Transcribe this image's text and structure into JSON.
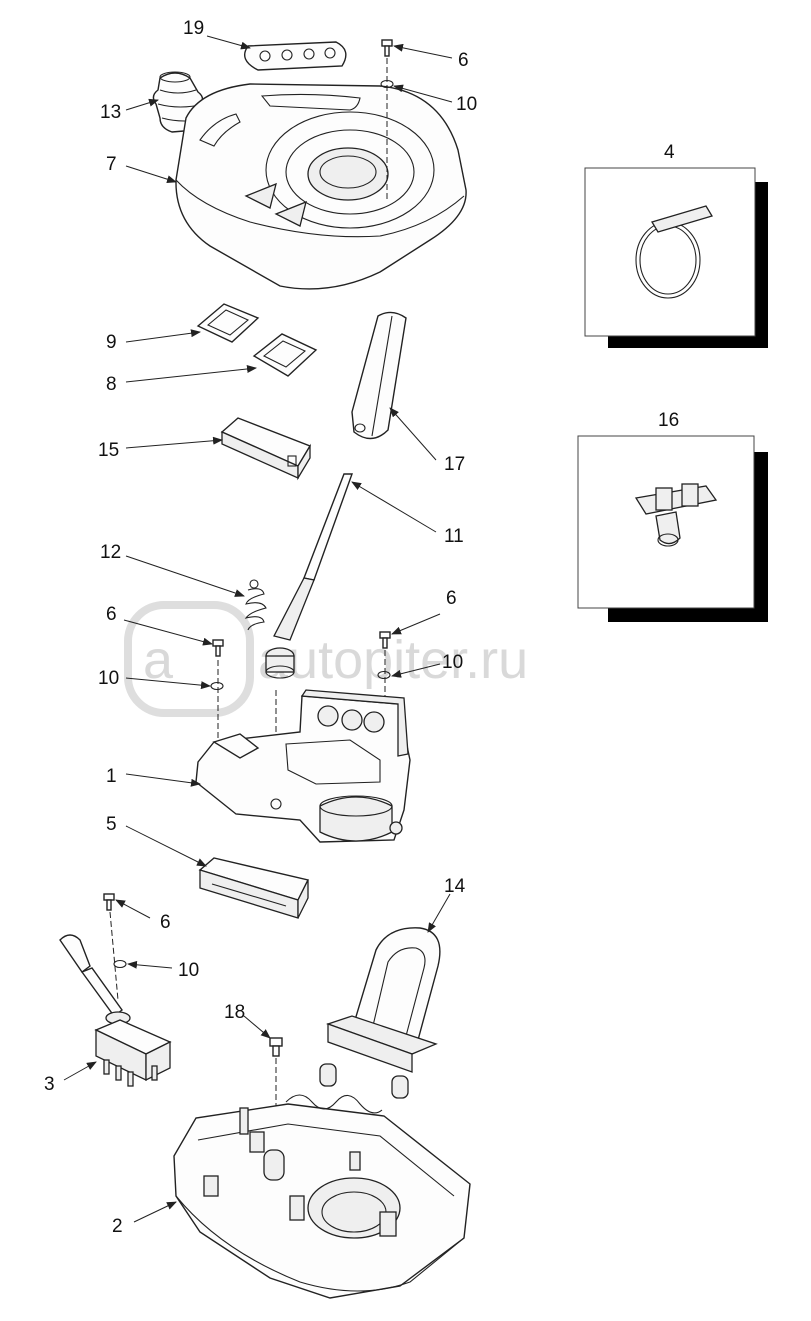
{
  "watermark": "autopiter.ru",
  "callouts": [
    "19",
    "6",
    "10",
    "13",
    "7",
    "4",
    "9",
    "8",
    "15",
    "17",
    "11",
    "12",
    "16",
    "6",
    "10",
    "6",
    "10",
    "1",
    "5",
    "14",
    "6",
    "10",
    "18",
    "3",
    "2"
  ]
}
